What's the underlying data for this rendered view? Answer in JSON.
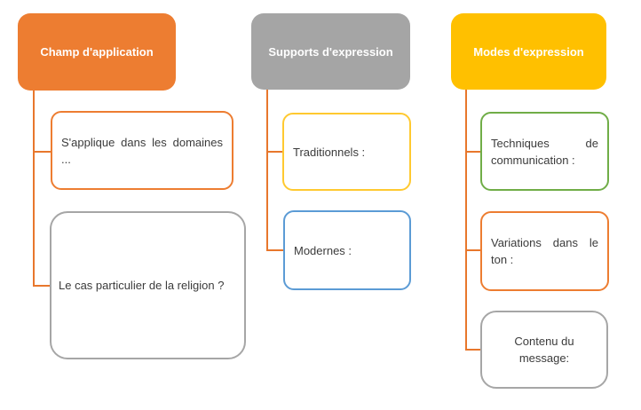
{
  "diagram": {
    "background": "#FFFFFF",
    "connector_color": "#E8772C",
    "body_text_color": "#3B3B3B",
    "columns": [
      {
        "header": {
          "label": "Champ d'application",
          "fill": "#ED7D31",
          "text_color": "#FFFFFF"
        },
        "children": [
          {
            "label": "S'applique dans les domaines ...",
            "border_color": "#ED7D31",
            "shape": "rounded-rectangle",
            "align": "justify"
          },
          {
            "label": "Le cas particulier de la religion ?",
            "border_color": "#A6A6A6",
            "shape": "round-rectangle",
            "align": "left"
          }
        ]
      },
      {
        "header": {
          "label": "Supports d'expression",
          "fill": "#A5A5A5",
          "text_color": "#FFFFFF"
        },
        "children": [
          {
            "label": "Traditionnels :",
            "border_color": "#FFC930",
            "shape": "rounded-rectangle",
            "align": "left"
          },
          {
            "label": "Modernes :",
            "border_color": "#5B9BD5",
            "shape": "rounded-rectangle",
            "align": "left"
          }
        ]
      },
      {
        "header": {
          "label": "Modes d'expression",
          "fill": "#FFC000",
          "text_color": "#FFFFFF"
        },
        "children": [
          {
            "label": "Techniques de communication :",
            "border_color": "#70AD47",
            "shape": "rounded-rectangle",
            "align": "justify"
          },
          {
            "label": "Variations dans le ton :",
            "border_color": "#ED7D31",
            "shape": "rounded-rectangle",
            "align": "justify"
          },
          {
            "label": "Contenu du message:",
            "border_color": "#A6A6A6",
            "shape": "round-rectangle",
            "align": "center"
          }
        ]
      }
    ]
  }
}
